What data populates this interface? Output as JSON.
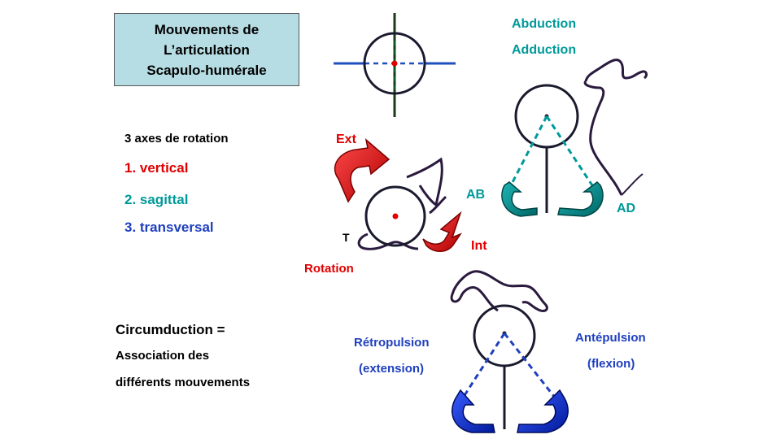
{
  "title": {
    "lines": [
      "Mouvements de",
      "L’articulation",
      "Scapulo-humérale"
    ]
  },
  "axes": {
    "heading": "3 axes de rotation",
    "items": [
      {
        "label": "1. vertical",
        "color": "#e00000"
      },
      {
        "label": "2. sagittal",
        "color": "#009999"
      },
      {
        "label": "3. transversal",
        "color": "#1f3fbf"
      }
    ]
  },
  "circumduction": {
    "line1": "Circumduction  =",
    "line2": "Association des",
    "line3": "différents mouvements"
  },
  "abduction_group": {
    "label1": "Abduction",
    "label2": "Adduction",
    "ab": "AB",
    "ad": "AD",
    "color": "#009999"
  },
  "rotation_group": {
    "ext": "Ext",
    "int": "Int",
    "t": "T",
    "rotation": "Rotation",
    "color": "#e00000"
  },
  "pulsion_group": {
    "retro1": "Rétropulsion",
    "retro2": "(extension)",
    "ante1": "Antépulsion",
    "ante2": "(flexion)",
    "color": "#1f3fbf"
  }
}
